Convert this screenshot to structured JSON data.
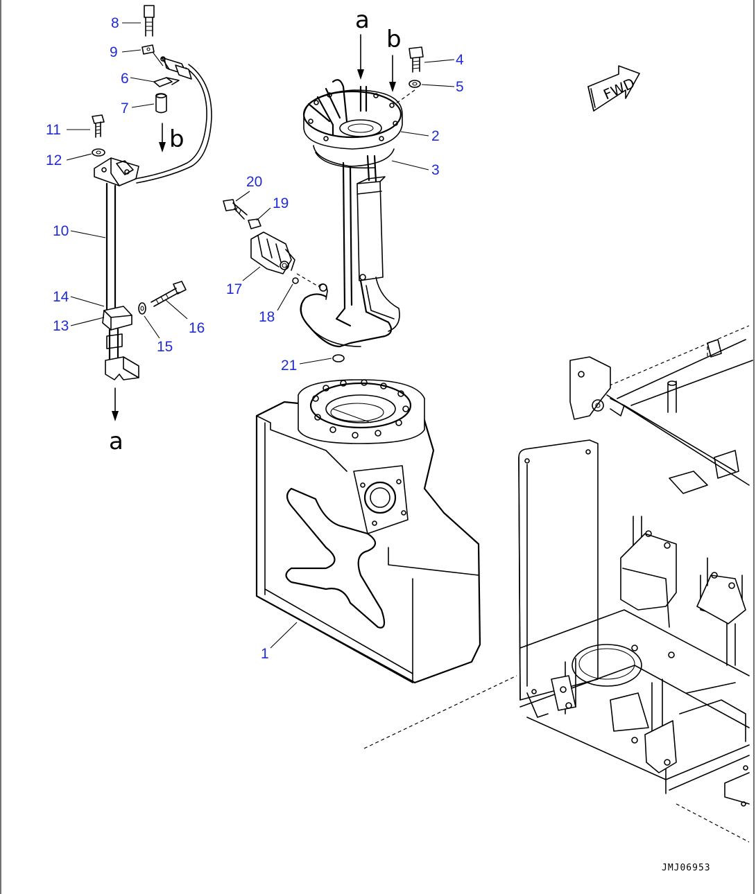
{
  "diagram": {
    "view_labels": [
      "a",
      "b",
      "b",
      "a"
    ],
    "fwd_label": "FWD",
    "drawing_id": "JMJ06953",
    "callouts": [
      "8",
      "9",
      "6",
      "7",
      "11",
      "12",
      "10",
      "14",
      "13",
      "15",
      "16",
      "20",
      "19",
      "17",
      "18",
      "21",
      "1",
      "4",
      "5",
      "2",
      "3"
    ],
    "colors": {
      "callout": "#1f2bd6",
      "line": "#000000",
      "background": "#ffffff"
    }
  }
}
